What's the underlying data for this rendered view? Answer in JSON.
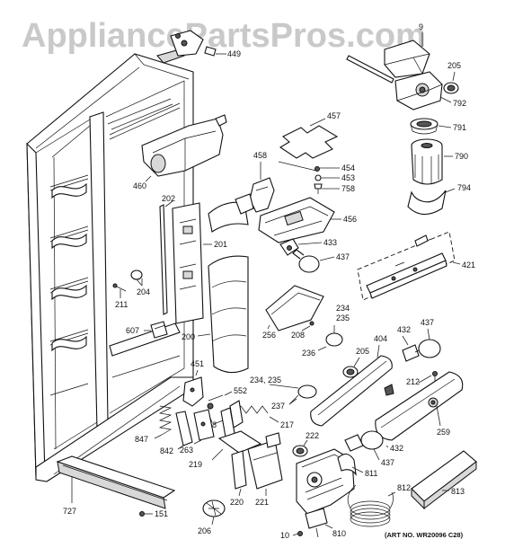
{
  "watermark": "AppliancePartsPros.com",
  "art_number": "(ART NO. WR20096 C28)",
  "part_labels": {
    "p9": "9",
    "p449": "449",
    "p205a": "205",
    "p792": "792",
    "p791": "791",
    "p790": "790",
    "p794": "794",
    "p457": "457",
    "p454": "454",
    "p453": "453",
    "p758": "758",
    "p458": "458",
    "p456": "456",
    "p433": "433",
    "p437a": "437",
    "p421": "421",
    "p460": "460",
    "p202": "202",
    "p201": "201",
    "p204": "204",
    "p211": "211",
    "p607": "607",
    "p200": "200",
    "p256": "256",
    "p208": "208",
    "p234a": "234",
    "p235a": "235",
    "p236": "236",
    "p205b": "205",
    "p404": "404",
    "p432a": "432",
    "p437b": "437",
    "p451": "451",
    "p234b": "234,",
    "p235b": "235",
    "p552": "552",
    "p237": "237",
    "p212": "212",
    "p217": "217",
    "p218": "218",
    "p847": "847",
    "p842": "842",
    "p263": "263",
    "p219": "219",
    "p222": "222",
    "p259": "259",
    "p432b": "432",
    "p727": "727",
    "p220": "220",
    "p221": "221",
    "p811": "811",
    "p437c": "437",
    "p812": "812",
    "p813": "813",
    "p206": "206",
    "p151": "151",
    "p10": "10",
    "p810": "810"
  }
}
